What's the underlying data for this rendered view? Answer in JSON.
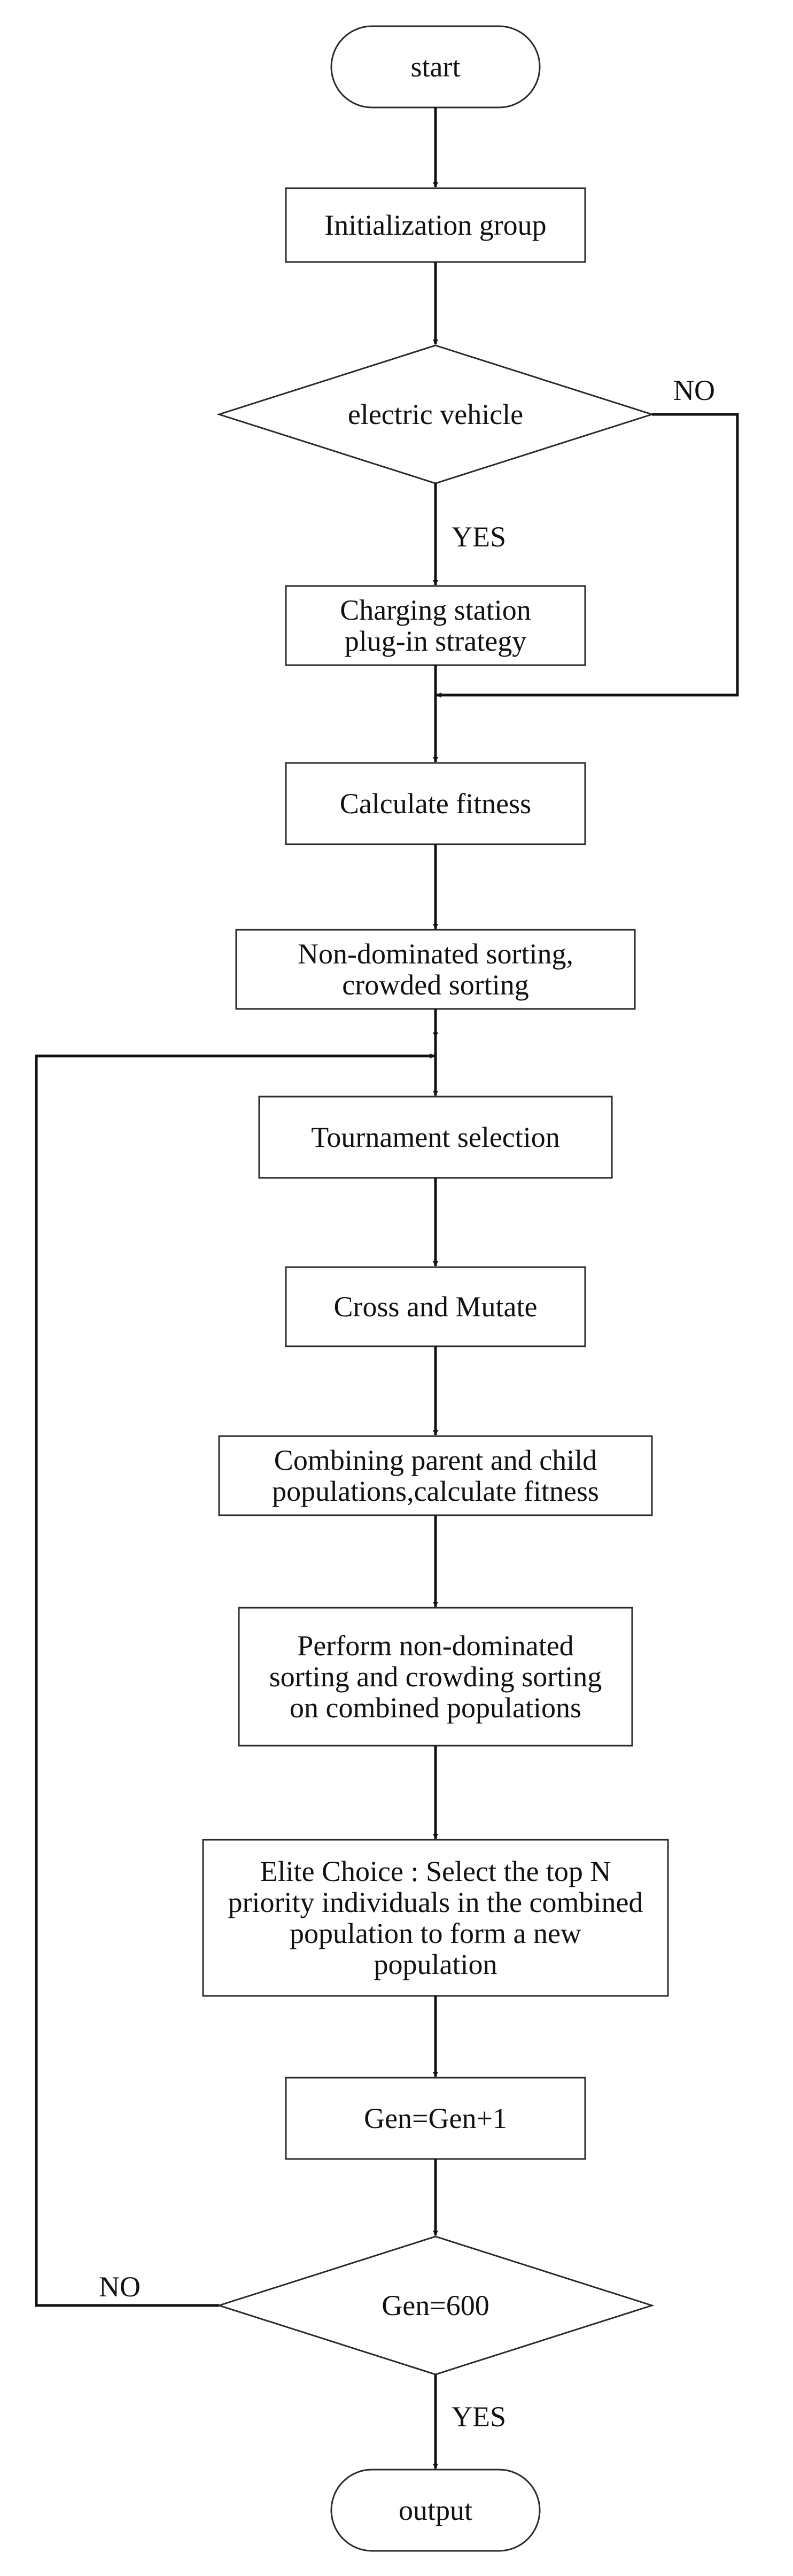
{
  "nodes": {
    "start": {
      "lines": [
        "start"
      ]
    },
    "init": {
      "lines": [
        "Initialization group"
      ]
    },
    "ev": {
      "lines": [
        "electric vehicle"
      ]
    },
    "charging": {
      "lines": [
        "Charging station",
        "plug-in strategy"
      ]
    },
    "fitness": {
      "lines": [
        "Calculate fitness"
      ]
    },
    "sorting": {
      "lines": [
        "Non-dominated sorting,",
        "crowded sorting"
      ]
    },
    "tournament": {
      "lines": [
        "Tournament selection"
      ]
    },
    "cross": {
      "lines": [
        "Cross and Mutate"
      ]
    },
    "combine": {
      "lines": [
        "Combining parent and child",
        "populations,calculate fitness"
      ]
    },
    "perform": {
      "lines": [
        "Perform non-dominated",
        "sorting and crowding sorting",
        "on combined populations"
      ]
    },
    "elite": {
      "lines": [
        "Elite Choice : Select the top N",
        "priority individuals in the combined",
        "population to form a new",
        "population"
      ]
    },
    "gen_inc": {
      "lines": [
        "Gen=Gen+1"
      ]
    },
    "gen_check": {
      "lines": [
        "Gen=600"
      ]
    },
    "output": {
      "lines": [
        "output"
      ]
    }
  },
  "edge_labels": {
    "ev_no": "NO",
    "ev_yes": "YES",
    "gen_no": "NO",
    "gen_yes": "YES"
  }
}
